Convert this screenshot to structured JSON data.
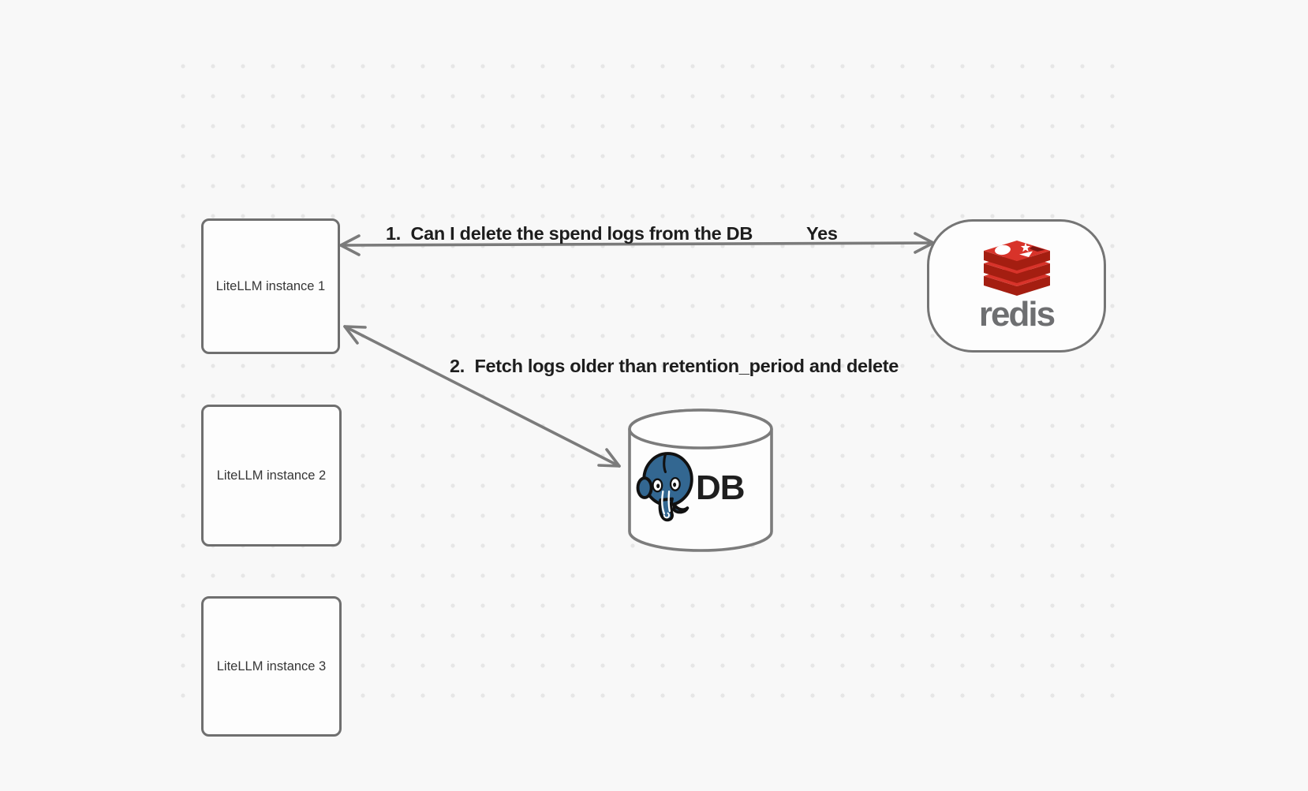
{
  "canvas": {
    "background": "#f8f8f8",
    "dot_color": "#e6e6e6"
  },
  "nodes": {
    "instances": [
      {
        "label": "LiteLLM instance 1"
      },
      {
        "label": "LiteLLM instance 2"
      },
      {
        "label": "LiteLLM instance 3"
      }
    ],
    "redis": {
      "wordmark": "redis"
    },
    "db": {
      "label": "DB"
    }
  },
  "edges": {
    "redis_query": {
      "label": "1.  Can I delete the spend logs from the DB",
      "response": "Yes",
      "style": "double-headed-arrow"
    },
    "db_fetch": {
      "label": "2.  Fetch logs older than retention_period and delete",
      "style": "double-headed-arrow"
    }
  },
  "colors": {
    "arrow": "#7b7b7b",
    "box_border": "#6f6f6f",
    "redis_red": "#d8332a",
    "redis_dark_red": "#a41e11",
    "redis_gray": "#6e6f71",
    "postgres_blue": "#336791"
  }
}
